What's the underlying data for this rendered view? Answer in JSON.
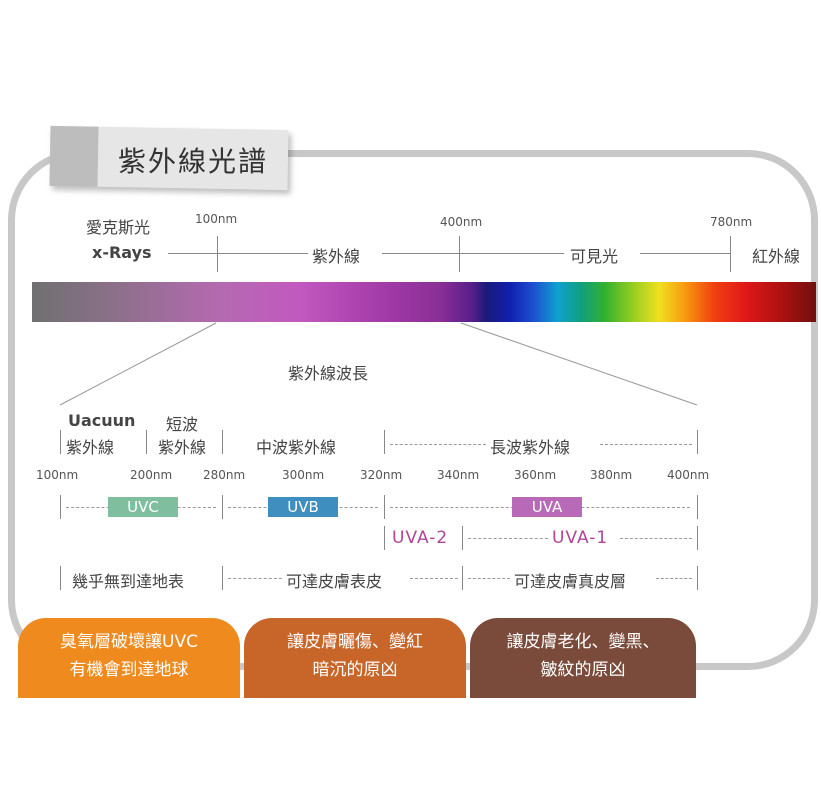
{
  "title": "紫外線光譜",
  "top_scale": {
    "labels": {
      "xray_cn": "愛克斯光",
      "xray_en": "x-Rays",
      "uv": "紫外線",
      "visible": "可見光",
      "infrared": "紅外線"
    },
    "ticks": [
      "100nm",
      "400nm",
      "780nm"
    ]
  },
  "wavelength_label": "紫外線波長",
  "bands": {
    "vacuum_1": "Uacuun",
    "vacuum_2": "紫外線",
    "short_1": "短波",
    "short_2": "紫外線",
    "medium": "中波紫外線",
    "long": "長波紫外線"
  },
  "bottom_ticks": [
    "100nm",
    "200nm",
    "280nm",
    "300nm",
    "320nm",
    "340nm",
    "360nm",
    "380nm",
    "400nm"
  ],
  "badges": {
    "uvc": "UVC",
    "uvb": "UVB",
    "uva": "UVA",
    "uva2": "UVA-2",
    "uva1": "UVA-1"
  },
  "reach": {
    "uvc": "幾乎無到達地表",
    "uvb": "可達皮膚表皮",
    "uva": "可達皮膚真皮層"
  },
  "effects": {
    "uvc": {
      "line1": "臭氧層破壞讓UVC",
      "line2": "有機會到達地球"
    },
    "uvb": {
      "line1": "讓皮膚曬傷、變紅",
      "line2": "暗沉的原凶"
    },
    "uva": {
      "line1": "讓皮膚老化、變黑、",
      "line2": "皺紋的原凶"
    }
  },
  "colors": {
    "uvc_badge": "#7fbf9f",
    "uvb_badge": "#3f8ec0",
    "uva_badge": "#b86ab8",
    "uvc_tab": "#ef8a1e",
    "uvb_tab": "#c8662a",
    "uva_tab": "#7a4a3a"
  }
}
